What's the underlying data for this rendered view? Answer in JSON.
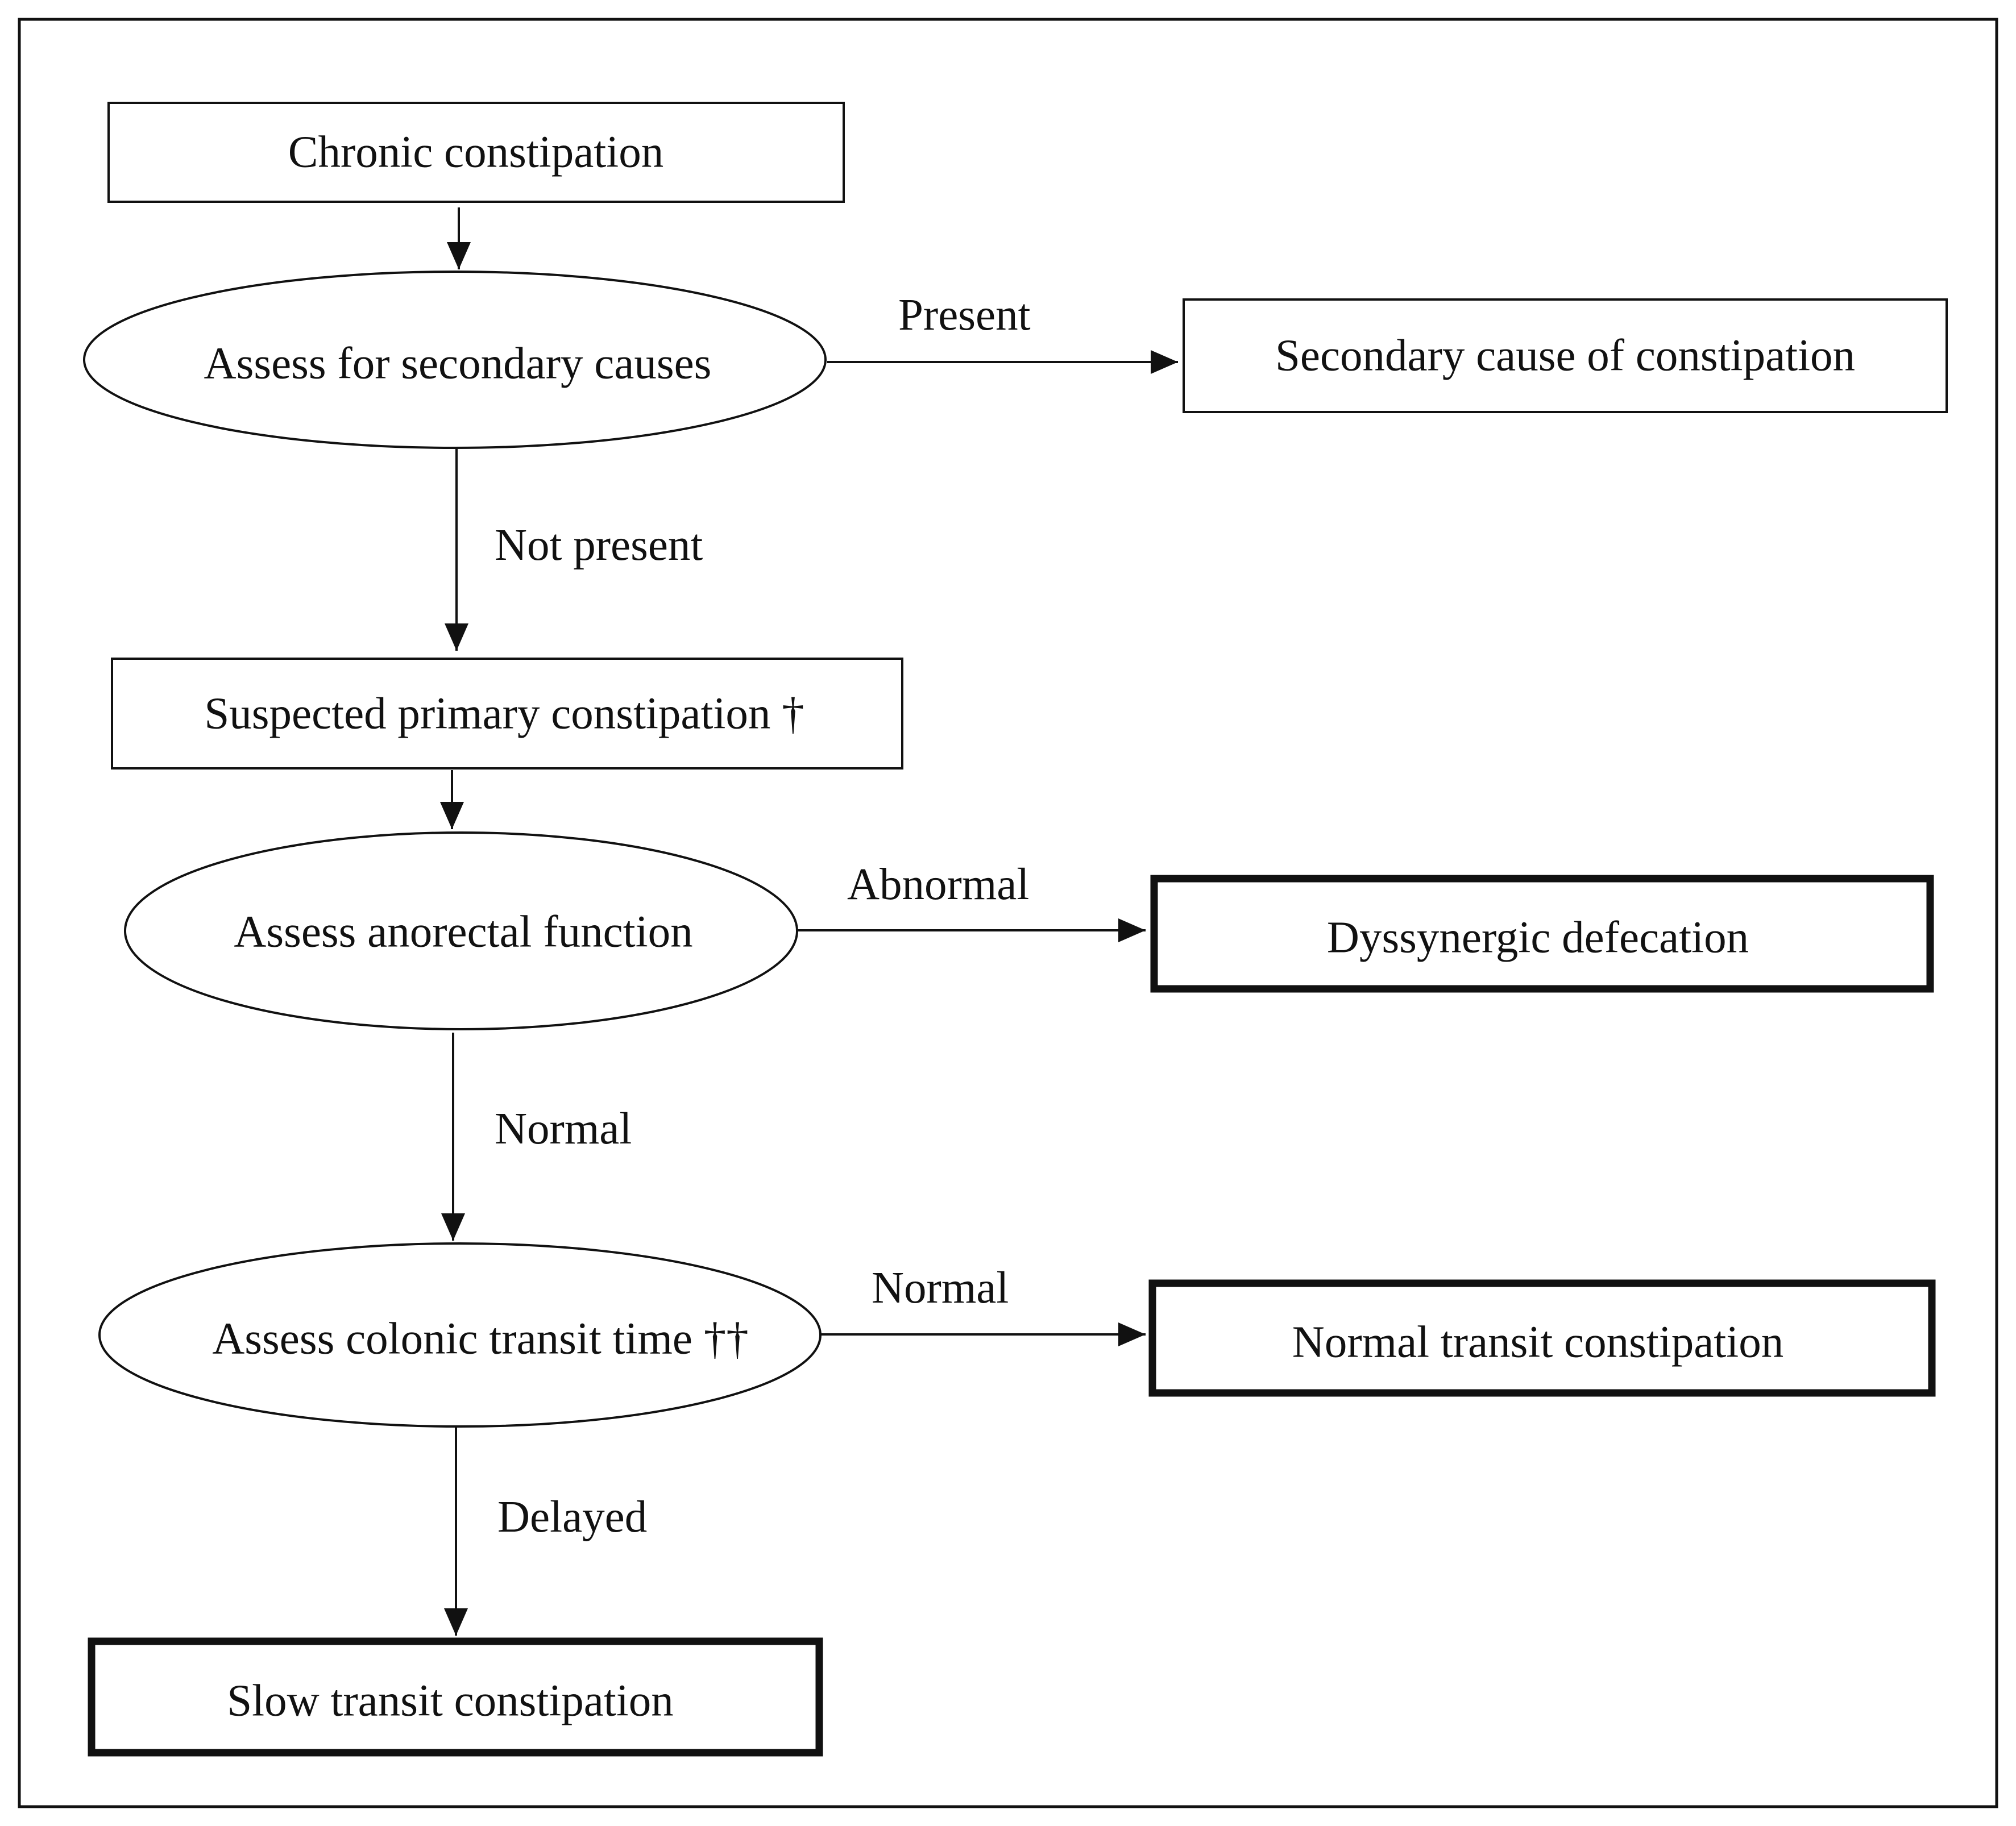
{
  "nodes": {
    "chronic": "Chronic constipation",
    "assess_secondary": "Assess for secondary causes",
    "secondary_cause": "Secondary cause of constipation",
    "suspected_primary": "Suspected primary constipation †",
    "assess_anorectal": "Assess anorectal function",
    "dyssynergic": "Dyssynergic defecation",
    "assess_transit": "Assess colonic transit time ††",
    "normal_transit": "Normal transit constipation",
    "slow_transit": "Slow transit constipation"
  },
  "edges": {
    "present": "Present",
    "not_present": "Not present",
    "abnormal": "Abnormal",
    "normal_down": "Normal",
    "normal_right": "Normal",
    "delayed": "Delayed"
  },
  "colors": {
    "stroke": "#111111",
    "background": "#ffffff"
  }
}
